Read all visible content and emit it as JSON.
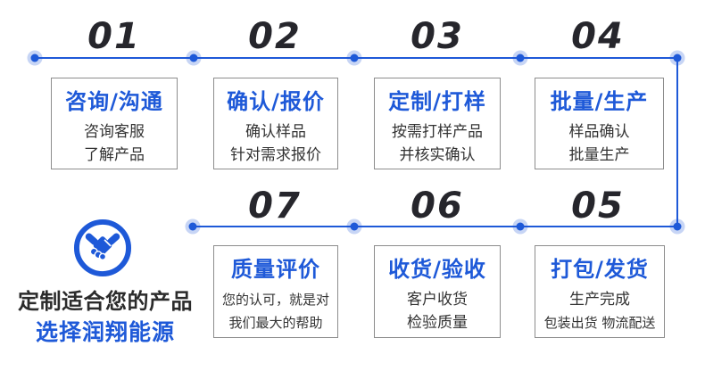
{
  "colors": {
    "accent": "#1e59d8",
    "number_text": "#26262c",
    "body_text": "#333333",
    "box_border": "#8d8d8d",
    "dot_halo": "rgba(30,89,216,0.25)"
  },
  "brand": {
    "icon": "handshake-icon",
    "line1": "定制适合您的产品",
    "line2": "选择润翔能源"
  },
  "steps": [
    {
      "number": "01",
      "title": "咨询/沟通",
      "lines": [
        "咨询客服",
        "了解产品"
      ]
    },
    {
      "number": "02",
      "title": "确认/报价",
      "lines": [
        "确认样品",
        "针对需求报价"
      ]
    },
    {
      "number": "03",
      "title": "定制/打样",
      "lines": [
        "按需打样产品",
        "并核实确认"
      ]
    },
    {
      "number": "04",
      "title": "批量/生产",
      "lines": [
        "样品确认",
        "批量生产"
      ]
    },
    {
      "number": "05",
      "title": "打包/发货",
      "lines": [
        "生产完成",
        "包装出货 物流配送"
      ]
    },
    {
      "number": "06",
      "title": "收货/验收",
      "lines": [
        "客户收货",
        "检验质量"
      ]
    },
    {
      "number": "07",
      "title": "质量评价",
      "lines": [
        "您的认可，就是对",
        "我们最大的帮助"
      ]
    }
  ]
}
